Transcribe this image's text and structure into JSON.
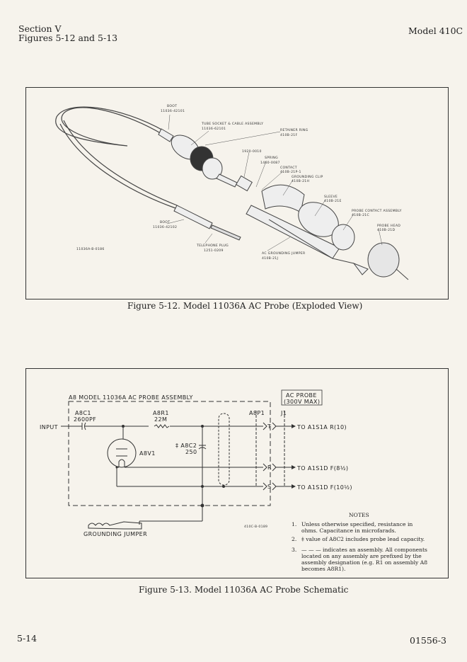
{
  "header": {
    "section": "Section V",
    "figures": "Figures 5-12 and 5-13",
    "model": "Model 410C"
  },
  "figure_12": {
    "caption": "Figure 5-12.  Model 11036A AC Probe (Exploded View)",
    "drawing_id": "11036A-B-0186",
    "labels": {
      "boot1": "BOOT",
      "boot1_pn": "11036-42101",
      "tube_socket": "TUBE SOCKET & CABLE ASSEMBLY",
      "tube_socket_pn": "11036-62101",
      "retainer": "RETAINER RING",
      "retainer_pn": "410B-21F",
      "part_1920": "1920-0010",
      "spring": "SPRING",
      "spring_pn": "1460-0087",
      "contact": "CONTACT",
      "contact_pn": "410B-21P-1",
      "clip": "GROUNDING CLIP",
      "clip_pn": "410B-21H",
      "sleeve": "SLEEVE",
      "sleeve_pn": "410B-21E",
      "pca": "PROBE CONTACT ASSEMBLY",
      "pca_pn": "410B-21C",
      "head": "PROBE HEAD",
      "head_pn": "410B-21D",
      "boot2": "BOOT",
      "boot2_pn": "11036-42102",
      "plug": "TELEPHONE PLUG",
      "plug_pn": "1251-0209",
      "jumper": "AC GROUNDING JUMPER",
      "jumper_pn": "410B-21J"
    }
  },
  "figure_13": {
    "caption": "Figure 5-13.  Model 11036A AC Probe Schematic",
    "drawing_id": "410C-B-0189",
    "assembly_title": "A8    MODEL 11036A AC PROBE ASSEMBLY",
    "probe_box": [
      "AC PROBE",
      "(300V MAX)"
    ],
    "input": "INPUT",
    "c1": "A8C1",
    "c1_val": "2600PF",
    "r1": "A8R1",
    "r1_val": "22M",
    "c2": "‡ A8C2",
    "c2_val": "250",
    "v1": "A8V1",
    "p1": "A8P1",
    "j1": "J1",
    "pins": [
      "T",
      "R",
      "S"
    ],
    "outputs": [
      "TO A1S1A R(10)",
      "TO A1S1D F(8½)",
      "TO A1S1D F(10½)"
    ],
    "grounding": "GROUNDING JUMPER",
    "notes_title": "NOTES",
    "notes": [
      {
        "num": "1.",
        "text": "Unless otherwise specified, resistance in ohms. Capacitance in microfarads."
      },
      {
        "num": "2.",
        "text": "‡   value of A8C2 includes probe lead capacity."
      },
      {
        "num": "3.",
        "text": "— — —  indicates an assembly.  All components located on any assembly are prefixed by the assembly designation (e.g. R1 on assembly A8 becomes A8R1)."
      }
    ]
  },
  "footer": {
    "page": "5-14",
    "doc": "01556-3"
  }
}
